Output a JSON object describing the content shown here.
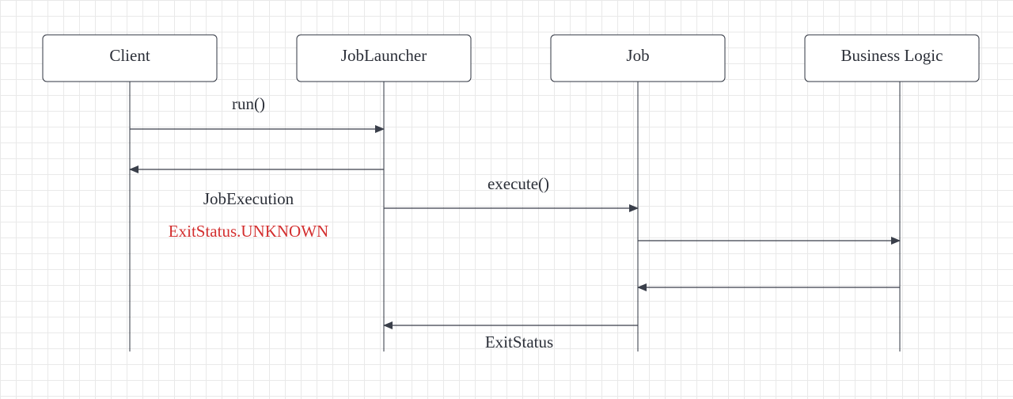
{
  "diagram": {
    "type": "sequence-diagram",
    "participants": [
      {
        "id": "client",
        "label": "Client"
      },
      {
        "id": "joblauncher",
        "label": "JobLauncher"
      },
      {
        "id": "job",
        "label": "Job"
      },
      {
        "id": "business",
        "label": "Business Logic"
      }
    ],
    "messages": [
      {
        "id": "run",
        "from": "client",
        "to": "joblauncher",
        "label": "run()"
      },
      {
        "id": "jobexecution",
        "from": "joblauncher",
        "to": "client",
        "label": "JobExecution"
      },
      {
        "id": "execute",
        "from": "joblauncher",
        "to": "job",
        "label": "execute()"
      },
      {
        "id": "call-business",
        "from": "job",
        "to": "business",
        "label": ""
      },
      {
        "id": "return-business",
        "from": "business",
        "to": "job",
        "label": ""
      },
      {
        "id": "exitstatus",
        "from": "job",
        "to": "joblauncher",
        "label": "ExitStatus"
      }
    ],
    "notes": [
      {
        "id": "exitstatus-unknown",
        "label": "ExitStatus.UNKNOWN",
        "color": "#d32f2f"
      }
    ],
    "colors": {
      "line": "#2f3440",
      "text": "#2b2f38",
      "highlight": "#d32f2f"
    }
  }
}
